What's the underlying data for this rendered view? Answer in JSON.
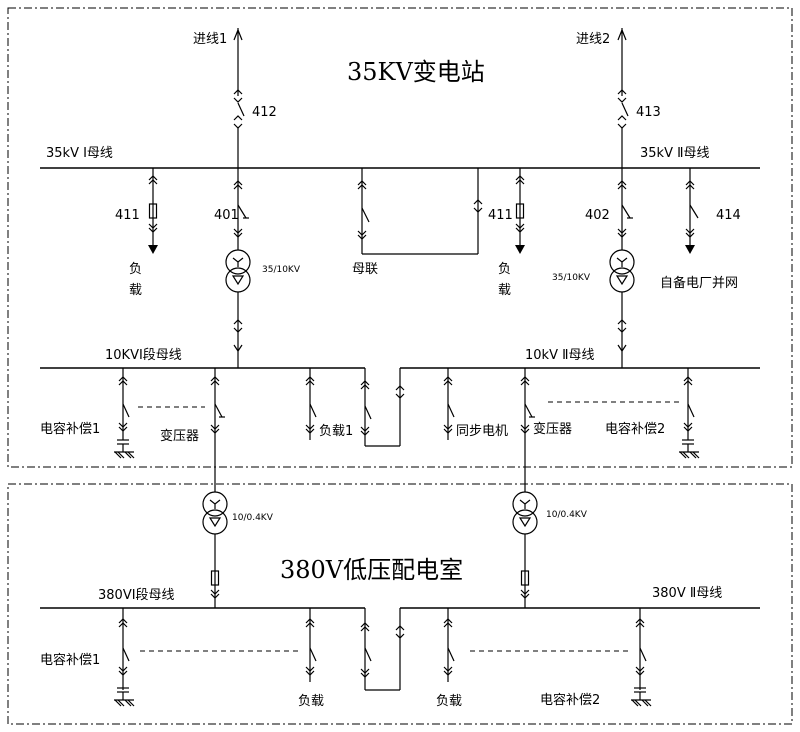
{
  "hv": {
    "title": "35KV变电站",
    "incoming1": "进线1",
    "incoming2": "进线2",
    "sw412": "412",
    "sw413": "413",
    "bus1": "35kV Ⅰ母线",
    "bus2": "35kV Ⅱ母线",
    "sw411a": "411",
    "sw411b": "411",
    "sw401": "401",
    "sw402": "402",
    "sw414": "414",
    "tr1": "35/10KV",
    "tr2": "35/10KV",
    "load1": [
      "负",
      "载"
    ],
    "load2": [
      "负",
      "载"
    ],
    "tie": "母联",
    "selfplant": "自备电厂并网"
  },
  "mv": {
    "bus1": "10KVⅠ段母线",
    "bus2": "10kV Ⅱ母线",
    "cap1": "电容补偿1",
    "tf1": "变压器",
    "load1": "负载1",
    "sync": "同步电机",
    "tf2": "变压器",
    "cap2": "电容补偿2"
  },
  "lv": {
    "title": "380V低压配电室",
    "tr1": "10/0.4KV",
    "tr2": "10/0.4KV",
    "bus1": "380VⅠ段母线",
    "bus2": "380V Ⅱ母线",
    "cap1": "电容补偿1",
    "load1": "负载",
    "load2": "负载",
    "cap2": "电容补偿2"
  }
}
